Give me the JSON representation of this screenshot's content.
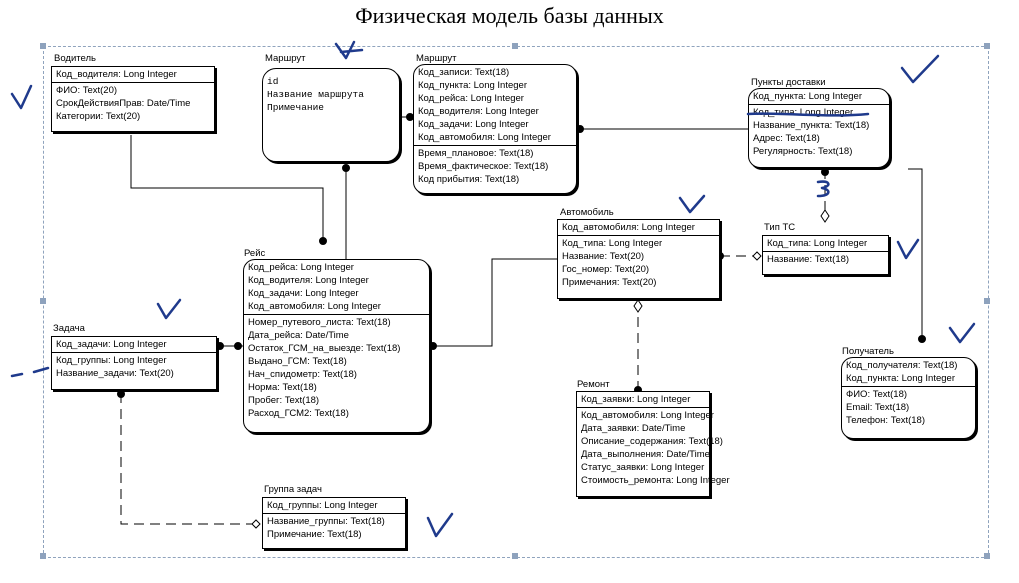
{
  "title": "Физическая модель базы данных",
  "colors": {
    "line": "#000000",
    "frame": "#8fa3bd",
    "ink": "#1f3a8c"
  },
  "entities": {
    "driver": {
      "label": "Водитель",
      "key": [
        "Код_водителя: Long Integer"
      ],
      "attrs": [
        "ФИО: Text(20)",
        "СрокДействияПрав: Date/Time",
        "Категории: Text(20)"
      ]
    },
    "route_view": {
      "label": "Маршрут",
      "lines": [
        "id",
        "Название маршрута",
        "Примечание"
      ]
    },
    "route": {
      "label": "Маршрут",
      "key": [
        "Код_записи: Text(18)",
        "Код_пункта: Long Integer",
        "Код_рейса: Long Integer",
        "Код_водителя: Long Integer",
        "Код_задачи: Long Integer",
        "Код_автомобиля: Long Integer"
      ],
      "attrs": [
        "Время_плановое: Text(18)",
        "Время_фактическое: Text(18)",
        "Код прибытия: Text(18)"
      ]
    },
    "points": {
      "label": "Пункты доставки",
      "key": [
        "Код_пункта: Long Integer"
      ],
      "attrs": [
        "Код_типа: Long Integer",
        "Название_пункта: Text(18)",
        "Адрес: Text(18)",
        "Регулярность: Text(18)"
      ]
    },
    "trip": {
      "label": "Рейс",
      "key": [
        "Код_рейса: Long Integer",
        "Код_водителя: Long Integer",
        "Код_задачи: Long Integer",
        "Код_автомобиля: Long Integer"
      ],
      "attrs": [
        "Номер_путевого_листа: Text(18)",
        "Дата_рейса: Date/Time",
        "Остаток_ГСМ_на_выезде: Text(18)",
        "Выдано_ГСМ: Text(18)",
        "Нач_спидометр: Text(18)",
        "Норма: Text(18)",
        "Пробег: Text(18)",
        "Расход_ГСМ2: Text(18)"
      ]
    },
    "car": {
      "label": "Автомобиль",
      "key": [
        "Код_автомобиля: Long Integer"
      ],
      "attrs": [
        "Код_типа: Long Integer",
        "Название: Text(20)",
        "Гос_номер: Text(20)",
        "Примечания: Text(20)"
      ]
    },
    "car_type": {
      "label": "Тип ТС",
      "key": [
        "Код_типа: Long Integer"
      ],
      "attrs": [
        "Название: Text(18)"
      ]
    },
    "task": {
      "label": "Задача",
      "key": [
        "Код_задачи: Long Integer"
      ],
      "attrs": [
        "Код_группы: Long Integer",
        "Название_задачи: Text(20)"
      ]
    },
    "recipient": {
      "label": "Получатель",
      "key": [
        "Код_получателя: Text(18)",
        "Код_пункта: Long Integer"
      ],
      "attrs": [
        "ФИО: Text(18)",
        "Email: Text(18)",
        "Телефон: Text(18)"
      ]
    },
    "repair": {
      "label": "Ремонт",
      "key": [
        "Код_заявки: Long Integer"
      ],
      "attrs": [
        "Код_автомобиля: Long Integer",
        "Дата_заявки: Date/Time",
        "Описание_содержания: Text(18)",
        "Дата_выполнения: Date/Time",
        "Статус_заявки: Long Integer",
        "Стоимость_ремонта: Long Integer"
      ]
    },
    "task_group": {
      "label": "Группа задач",
      "key": [
        "Код_группы: Long Integer"
      ],
      "attrs": [
        "Название_группы: Text(18)",
        "Примечание: Text(18)"
      ]
    }
  }
}
